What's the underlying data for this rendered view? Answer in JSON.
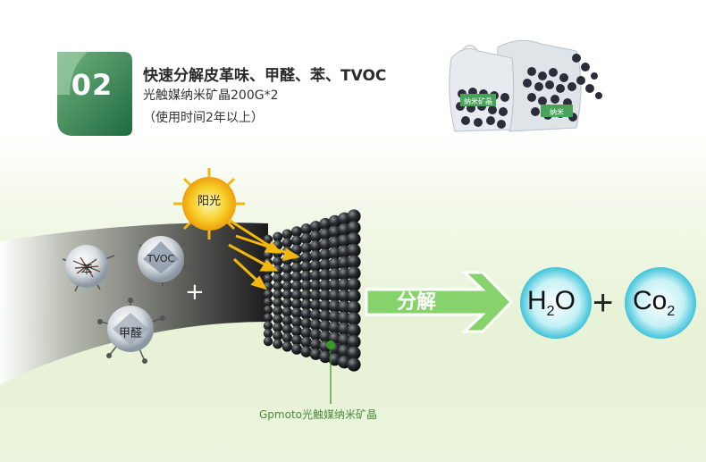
{
  "header": {
    "number": "02",
    "title": "快速分解皮革味、甲醛、苯、TVOC",
    "product": "光触媒纳米矿晶200G*2",
    "usage": "（使用时间2年以上）"
  },
  "bags": {
    "left_label": "纳米矿晶",
    "right_label": "纳米"
  },
  "diagram": {
    "sun_label": "阳光",
    "molecule_benzene": "苯",
    "molecule_tvoc": "TVOC",
    "molecule_formaldehyde": "甲醛",
    "plus": "+",
    "arrow_label": "分解",
    "product_caption": "Gpmoto光触媒纳米矿晶",
    "h2o_main": "H",
    "h2o_sub": "2",
    "h2o_tail": "O",
    "plus_big": "+",
    "co2_main": "Co",
    "co2_sub": "2"
  },
  "colors": {
    "badge_green": "#2e7d4f",
    "arrow_green": "#7ccf62",
    "sun_yellow": "#f6c21b",
    "bubble_cyan": "#46c9dd"
  }
}
